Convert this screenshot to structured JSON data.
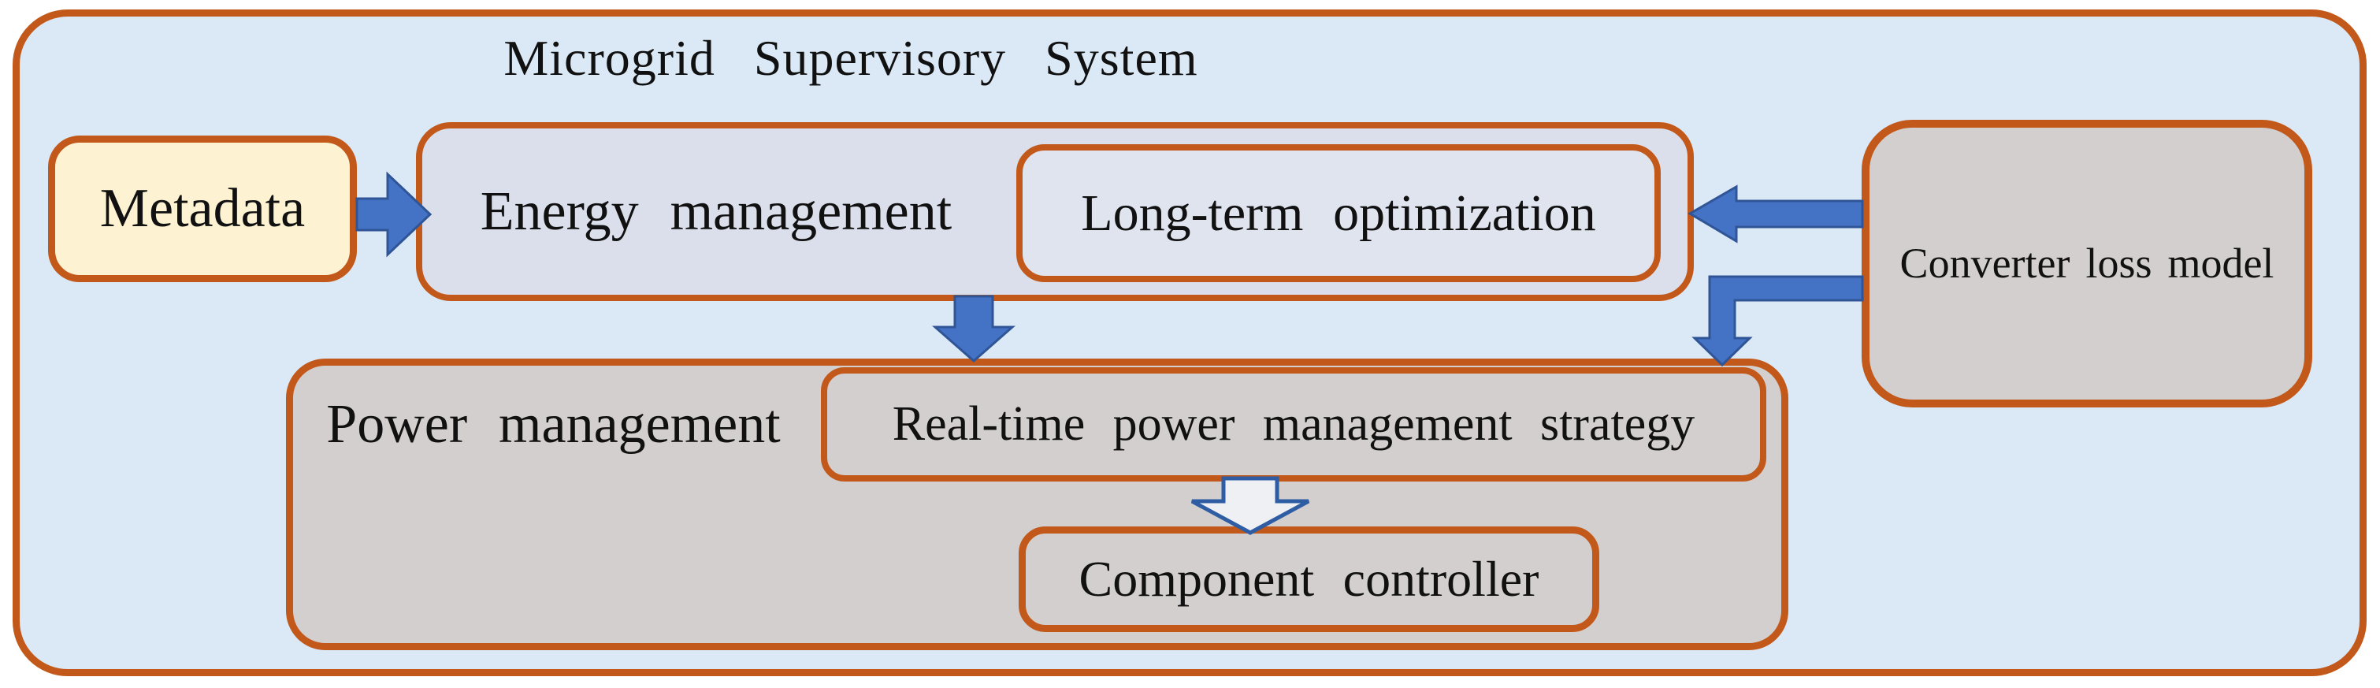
{
  "diagram": {
    "title": "Microgrid Supervisory System",
    "nodes": {
      "metadata": {
        "label": "Metadata",
        "fill": "#fdf3d2"
      },
      "energy_management": {
        "label": "Energy management",
        "fill": "#dadfeb"
      },
      "long_term_optimization": {
        "label": "Long-term optimization",
        "fill": "#dfe4ef"
      },
      "converter_loss_model": {
        "label": "Converter loss model",
        "fill": "#d2cfce"
      },
      "power_management": {
        "label": "Power management",
        "fill": "#d2cfce"
      },
      "real_time_strategy": {
        "label": "Real-time power management strategy",
        "fill": "#d2cfce"
      },
      "component_controller": {
        "label": "Component controller",
        "fill": "#d2cfce"
      }
    },
    "edges": [
      {
        "from": "Metadata",
        "to": "Energy management",
        "style": "solid-block-arrow",
        "direction": "right"
      },
      {
        "from": "Converter loss model",
        "to": "Long-term optimization",
        "style": "solid-block-arrow",
        "direction": "left"
      },
      {
        "from": "Converter loss model",
        "to": "Real-time power management strategy",
        "style": "solid-block-elbow-arrow",
        "direction": "down"
      },
      {
        "from": "Energy management",
        "to": "Power management",
        "style": "solid-block-arrow",
        "direction": "down"
      },
      {
        "from": "Real-time power management strategy",
        "to": "Component controller",
        "style": "hollow-block-arrow",
        "direction": "down"
      }
    ],
    "colors": {
      "container_fill": "#dbe9f6",
      "border_orange": "#c2591b",
      "metadata_fill": "#fdf3d2",
      "energy_fill": "#dadfeb",
      "long_term_fill": "#dfe4ef",
      "gray_fill": "#d2cfce",
      "arrow_fill": "#4472c4",
      "arrow_stroke": "#2f5597",
      "hollow_arrow_fill": "#eef0f3",
      "hollow_arrow_stroke": "#2e5da3",
      "text_color": "#111111"
    }
  }
}
